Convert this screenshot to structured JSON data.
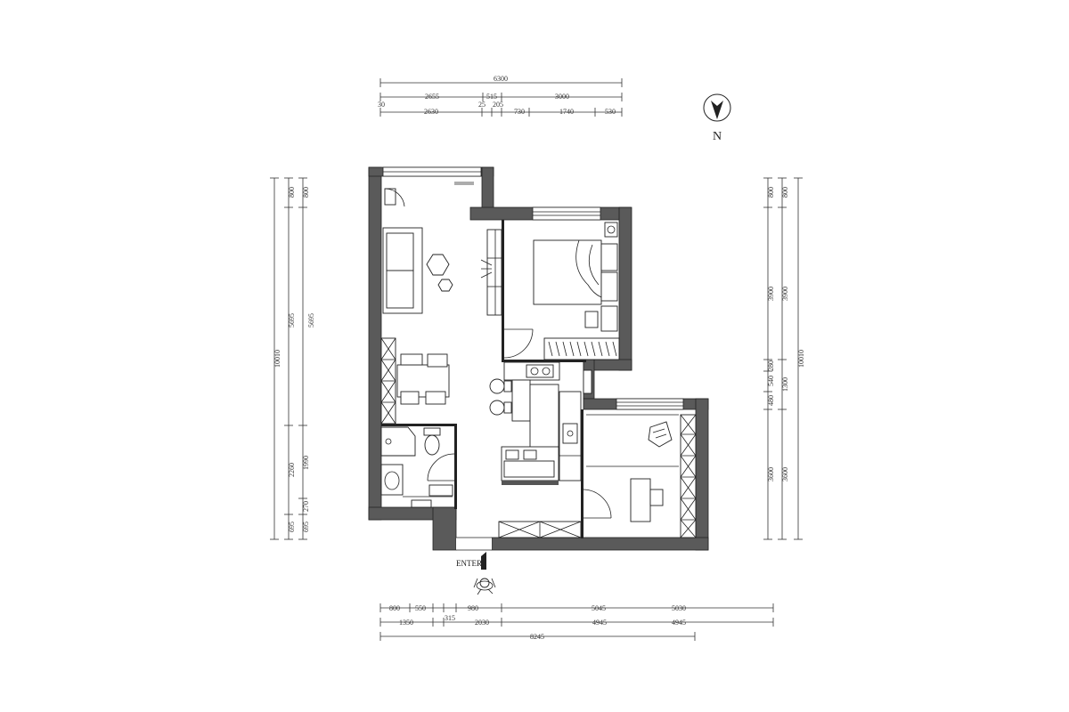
{
  "north_label": "N",
  "enter_label": "ENTER",
  "dims": {
    "top_total": "6300",
    "top_row1": [
      "2655",
      "515",
      "3000"
    ],
    "top_row2": [
      "30",
      "2630",
      "25",
      "205",
      "730",
      "1740",
      "530"
    ],
    "left_outer": [
      "800",
      "5695",
      "2260",
      "695"
    ],
    "left_inner": [
      "800",
      "5695",
      "1990",
      "270",
      "695"
    ],
    "left_total": "10010",
    "right_inner": [
      "800",
      "3900",
      "280",
      "540",
      "480",
      "3600"
    ],
    "right_mid": [
      "800",
      "3900",
      "1300",
      "3600"
    ],
    "right_total": "10010",
    "bottom_row1": [
      "800",
      "550",
      "980",
      "5045",
      "5030"
    ],
    "bottom_row2": [
      "1350",
      "315",
      "2030",
      "4945",
      "4945"
    ],
    "bottom_total": "8245"
  }
}
